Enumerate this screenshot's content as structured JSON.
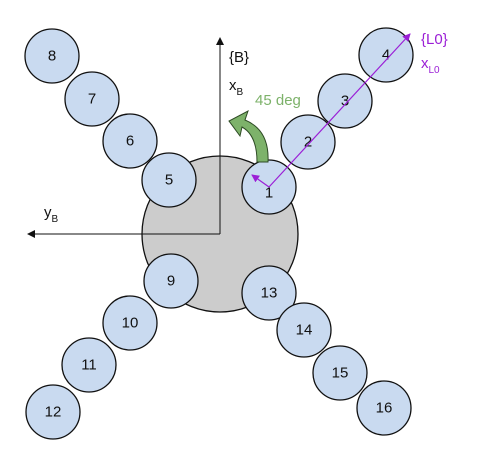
{
  "body_frame_label": "{B}",
  "body_x_axis": {
    "base": "x",
    "subscript": "B"
  },
  "body_y_axis": {
    "base": "y",
    "subscript": "B"
  },
  "leg_frame_label": "{L0}",
  "leg_x_axis": {
    "base": "x",
    "subscript": "L0"
  },
  "rotation_label": "45 deg",
  "joints": [
    {
      "label": "1"
    },
    {
      "label": "2"
    },
    {
      "label": "3"
    },
    {
      "label": "4"
    },
    {
      "label": "5"
    },
    {
      "label": "6"
    },
    {
      "label": "7"
    },
    {
      "label": "8"
    },
    {
      "label": "9"
    },
    {
      "label": "10"
    },
    {
      "label": "11"
    },
    {
      "label": "12"
    },
    {
      "label": "13"
    },
    {
      "label": "14"
    },
    {
      "label": "15"
    },
    {
      "label": "16"
    }
  ],
  "colors": {
    "joint_fill": "#c9daf0",
    "joint_stroke": "#111111",
    "body_fill": "#cccccc",
    "rotation_arrow": "#7db26a",
    "leg_axis": "#9b1fd6",
    "axis": "#111111"
  }
}
